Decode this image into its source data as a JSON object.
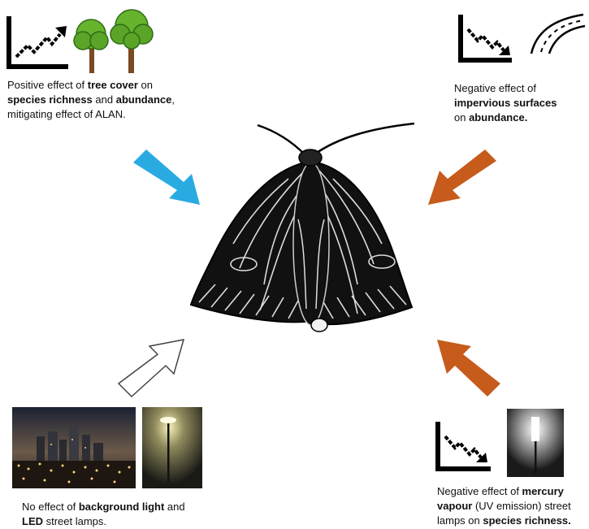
{
  "panels": {
    "top_left": {
      "trend": "increase-chart-icon",
      "picture": "trees",
      "caption": [
        {
          "t": "Positive effect of ",
          "b": false
        },
        {
          "t": "tree cover",
          "b": true
        },
        {
          "t": " on",
          "b": false
        },
        {
          "t": "\n",
          "b": false
        },
        {
          "t": "species richness",
          "b": true
        },
        {
          "t": " and ",
          "b": false
        },
        {
          "t": "abundance",
          "b": true
        },
        {
          "t": ",",
          "b": false
        },
        {
          "t": "\n",
          "b": false
        },
        {
          "t": "mitigating effect of ALAN.",
          "b": false
        }
      ],
      "arrow_color": "#29abe2"
    },
    "top_right": {
      "trend": "decrease-chart-icon",
      "picture": "road",
      "caption": [
        {
          "t": "Negative effect of",
          "b": false
        },
        {
          "t": "\n",
          "b": false
        },
        {
          "t": "impervious surfaces",
          "b": true
        },
        {
          "t": "\n",
          "b": false
        },
        {
          "t": "on ",
          "b": false
        },
        {
          "t": "abundance.",
          "b": true
        }
      ],
      "arrow_color": "#c65b1c"
    },
    "bottom_left": {
      "picture": "city-lights-and-led-lamp",
      "caption": [
        {
          "t": "No effect of ",
          "b": false
        },
        {
          "t": "background light",
          "b": true
        },
        {
          "t": " and",
          "b": false
        },
        {
          "t": "\n",
          "b": false
        },
        {
          "t": "LED",
          "b": true
        },
        {
          "t": " street lamps.",
          "b": false
        }
      ],
      "arrow_color": "#ffffff"
    },
    "bottom_right": {
      "trend": "decrease-chart-icon",
      "picture": "mercury-vapour-lamp",
      "caption": [
        {
          "t": "Negative effect of ",
          "b": false
        },
        {
          "t": "mercury",
          "b": true
        },
        {
          "t": "\n",
          "b": false
        },
        {
          "t": "vapour",
          "b": true
        },
        {
          "t": " (UV emission) street",
          "b": false
        },
        {
          "t": "\n",
          "b": false
        },
        {
          "t": "lamps on ",
          "b": false
        },
        {
          "t": "species richness.",
          "b": true
        }
      ],
      "arrow_color": "#c65b1c"
    }
  },
  "center": {
    "picture": "moth-illustration"
  }
}
